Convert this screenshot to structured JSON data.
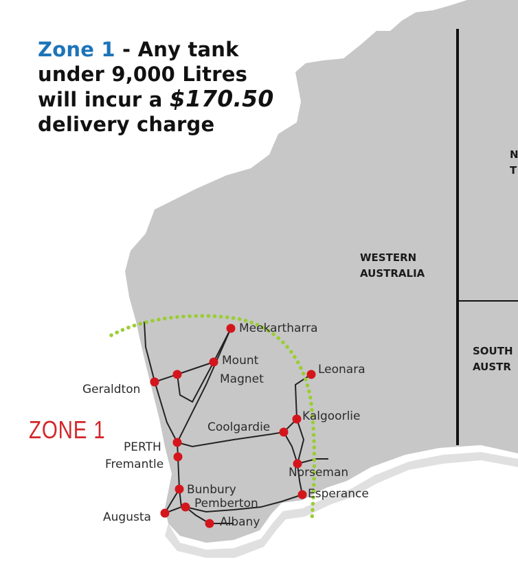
{
  "headline": {
    "zone": "Zone 1",
    "line1_rest": " - Any tank",
    "line2": "under 9,000 Litres",
    "line3_prefix": "will incur a ",
    "price": "$170.50",
    "line4": "delivery charge"
  },
  "zone_label": "ZONE 1",
  "states": {
    "wa_line1": "WESTERN",
    "wa_line2": "AUSTRALIA",
    "nt_line1": "N",
    "nt_line2": "T",
    "sa_line1": "SOUTH",
    "sa_line2": "AUSTR"
  },
  "towns": {
    "meekatharra": "Meekartharra",
    "mount": "Mount",
    "magnet": "Magnet",
    "geraldton": "Geraldton",
    "leonara": "Leonara",
    "kalgoorlie": "Kalgoorlie",
    "coolgardie": "Coolgardie",
    "perth": "PERTH",
    "fremantle": "Fremantle",
    "norseman": "Norseman",
    "esperance": "Esperance",
    "bunbury": "Bunbury",
    "pemberton": "Pemberton",
    "augusta": "Augusta",
    "albany": "Albany"
  },
  "colors": {
    "land": "#c7c7c7",
    "town_marker": "#d4161c",
    "zone_boundary": "#9acd32",
    "zone_label": "#d3262a",
    "headline_accent": "#1d74b8"
  }
}
